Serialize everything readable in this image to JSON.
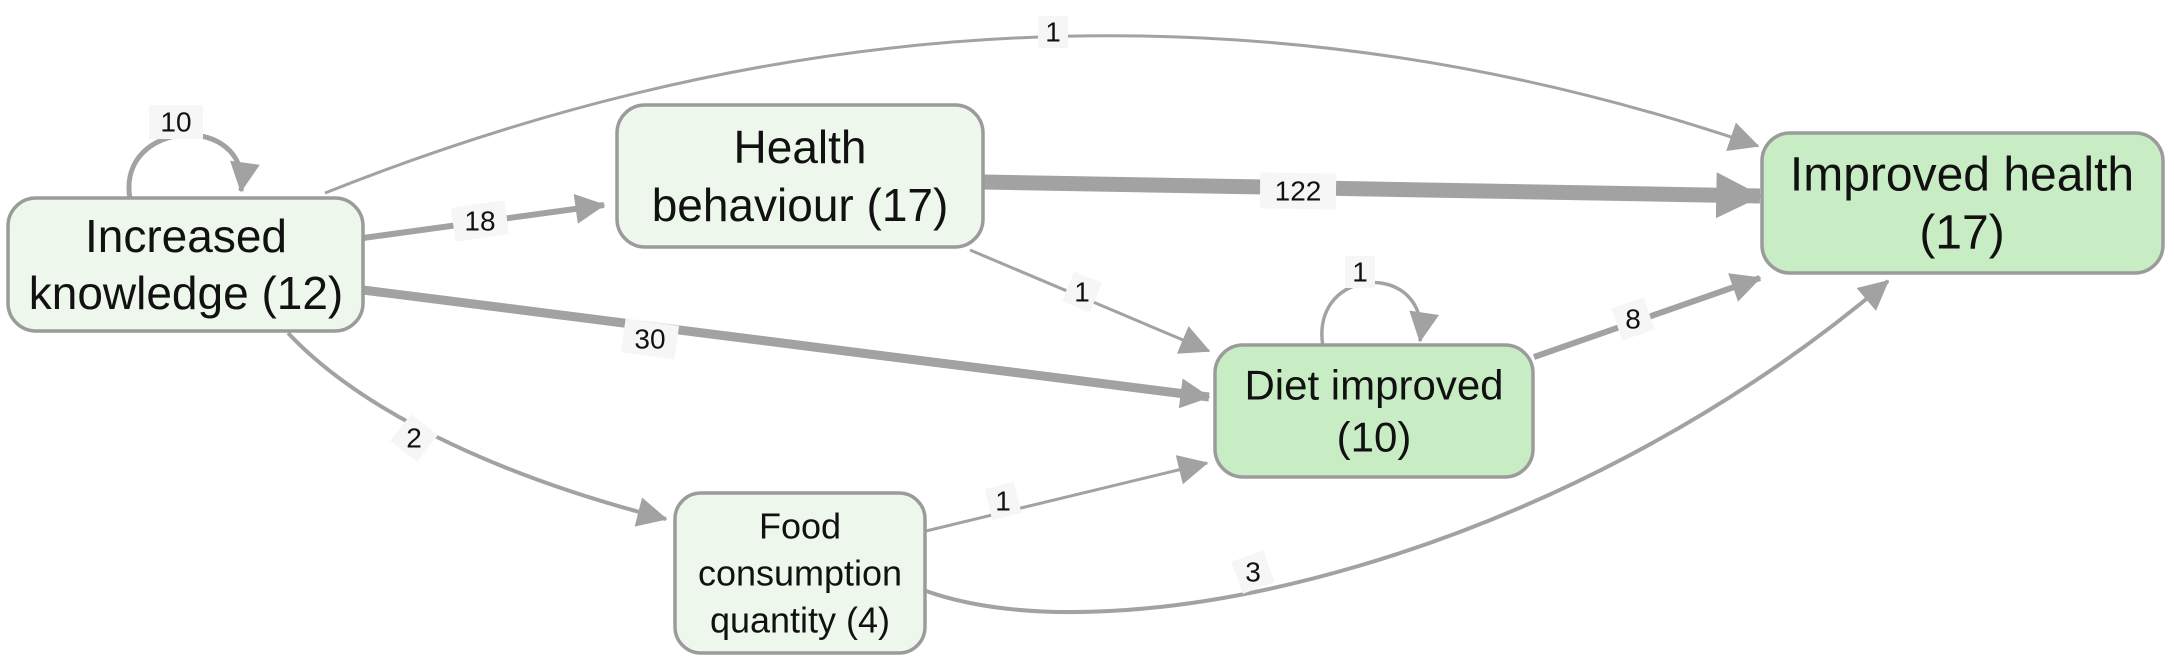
{
  "diagram": {
    "type": "causal-map-directed-graph",
    "colors": {
      "background": "#ffffff",
      "node_fill_light": "#eef7ec",
      "node_fill_green": "#c8edc4",
      "node_border": "#9b9b9b",
      "edge": "#a2a2a2",
      "text": "#111111",
      "edge_label_background": "#f6f6f6"
    }
  },
  "nodes": {
    "increased_knowledge": {
      "label": "Increased knowledge (12)",
      "value": 12,
      "fill": "light",
      "lines": [
        "Increased",
        "knowledge (12)"
      ]
    },
    "health_behaviour": {
      "label": "Health behaviour (17)",
      "value": 17,
      "fill": "light",
      "lines": [
        "Health",
        "behaviour (17)"
      ]
    },
    "improved_health": {
      "label": "Improved health (17)",
      "value": 17,
      "fill": "green",
      "lines": [
        "Improved health",
        "(17)"
      ]
    },
    "diet_improved": {
      "label": "Diet improved (10)",
      "value": 10,
      "fill": "green",
      "lines": [
        "Diet improved",
        "(10)"
      ]
    },
    "food_consumption_quantity": {
      "label": "Food consumption quantity (4)",
      "value": 4,
      "fill": "light",
      "lines": [
        "Food",
        "consumption",
        "quantity (4)"
      ]
    }
  },
  "edges": [
    {
      "from": "increased_knowledge",
      "to": "increased_knowledge",
      "label": "10",
      "value": 10,
      "self_loop": true
    },
    {
      "from": "increased_knowledge",
      "to": "health_behaviour",
      "label": "18",
      "value": 18,
      "self_loop": false
    },
    {
      "from": "increased_knowledge",
      "to": "improved_health",
      "label": "1",
      "value": 1,
      "self_loop": false
    },
    {
      "from": "increased_knowledge",
      "to": "diet_improved",
      "label": "30",
      "value": 30,
      "self_loop": false
    },
    {
      "from": "increased_knowledge",
      "to": "food_consumption_quantity",
      "label": "2",
      "value": 2,
      "self_loop": false
    },
    {
      "from": "health_behaviour",
      "to": "improved_health",
      "label": "122",
      "value": 122,
      "self_loop": false
    },
    {
      "from": "health_behaviour",
      "to": "diet_improved",
      "label": "1",
      "value": 1,
      "self_loop": false
    },
    {
      "from": "diet_improved",
      "to": "diet_improved",
      "label": "1",
      "value": 1,
      "self_loop": true
    },
    {
      "from": "diet_improved",
      "to": "improved_health",
      "label": "8",
      "value": 8,
      "self_loop": false
    },
    {
      "from": "food_consumption_quantity",
      "to": "diet_improved",
      "label": "1",
      "value": 1,
      "self_loop": false
    },
    {
      "from": "food_consumption_quantity",
      "to": "improved_health",
      "label": "3",
      "value": 3,
      "self_loop": false
    }
  ]
}
